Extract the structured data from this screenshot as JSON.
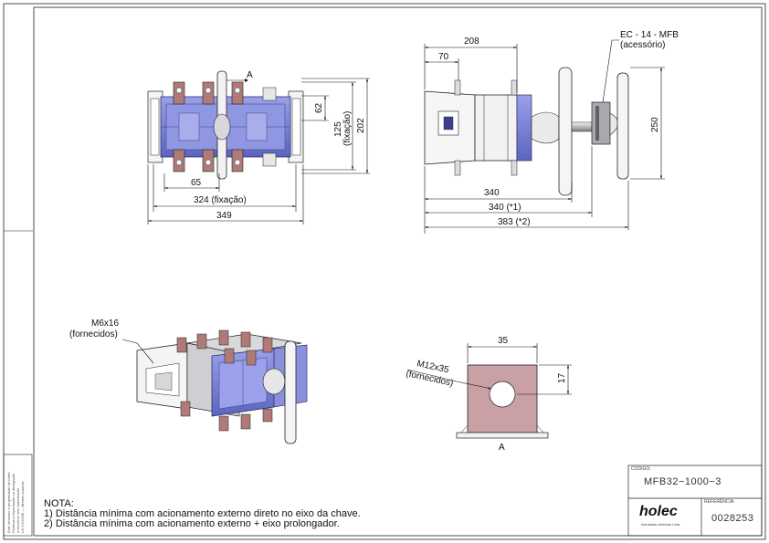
{
  "top_view": {
    "marker_a": "A",
    "dim_62": "62",
    "dim_125": "125",
    "dim_125_note": "(fixação)",
    "dim_202": "202",
    "dim_65": "65",
    "dim_324": "324 (fixação)",
    "dim_349": "349"
  },
  "side_view": {
    "dim_208": "208",
    "dim_70": "70",
    "accessory_code": "EC - 14 - MFB",
    "accessory_note": "(acessório)",
    "dim_250": "250",
    "dim_340": "340",
    "dim_340_1": "340 (*1)",
    "dim_383_2": "383 (*2)"
  },
  "iso_view": {
    "screw_label": "M6x16",
    "screw_note": "(fornecidos)"
  },
  "detail_a": {
    "dim_35": "35",
    "dim_17": "17",
    "bolt_label": "M12x35",
    "bolt_note": "(fornecidos)",
    "view_label": "A"
  },
  "notes": {
    "heading": "NOTA:",
    "line1": "1) Distância mínima com acionamento externo direto no eixo da chave.",
    "line2": "2) Distância mínima com acionamento externo + eixo prolongador."
  },
  "title_block": {
    "code_label": "CÓDIGO:",
    "code_value": "MFB32−1000−3",
    "ref_label": "REFERÊNCIA:",
    "ref_value": "0028253",
    "company": "holec",
    "company_sub": "industrias eletricas Ltda."
  },
  "side_box": {
    "line1": "Este desenho é propriedade da Holec",
    "line2": "Proibida a reprodução ou divulgação",
    "line3": "a terceiros sem autorização",
    "line4": "Lei 9.610/98 — direitos autorais"
  },
  "colors": {
    "line": "#1a1a1a",
    "blue_body": "#7b83d6",
    "blue_dark": "#4a52a8",
    "copper": "#b07a78",
    "pink_bg": "#c9a0a4",
    "grey_body": "#c8c8cc",
    "grey_dark": "#8a8a90"
  }
}
